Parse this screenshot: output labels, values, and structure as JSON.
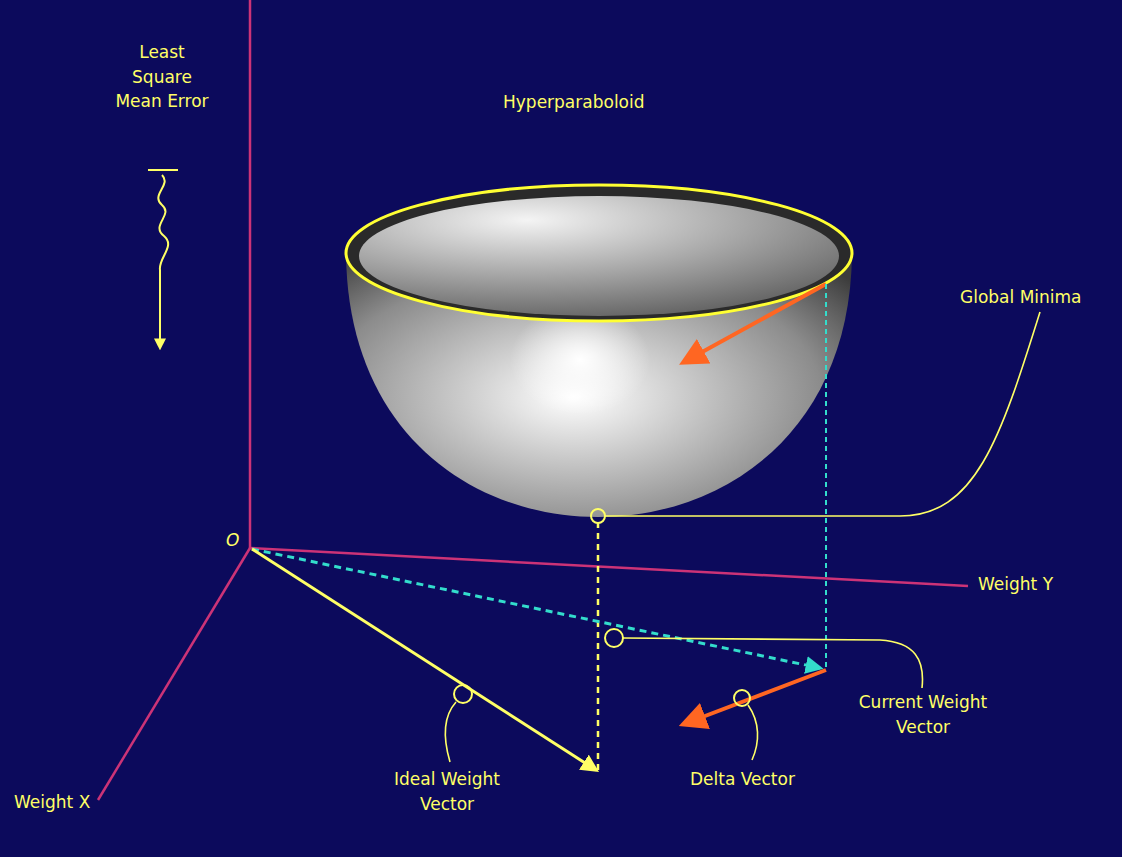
{
  "diagram": {
    "labels": [
      "Least Square Mean Error",
      "Hyperparaboloid",
      "Global Minima",
      "O",
      "Weight Y",
      "Current Weight Vector",
      "Ideal Weight Vector",
      "Delta Vector",
      "Weight X"
    ]
  }
}
